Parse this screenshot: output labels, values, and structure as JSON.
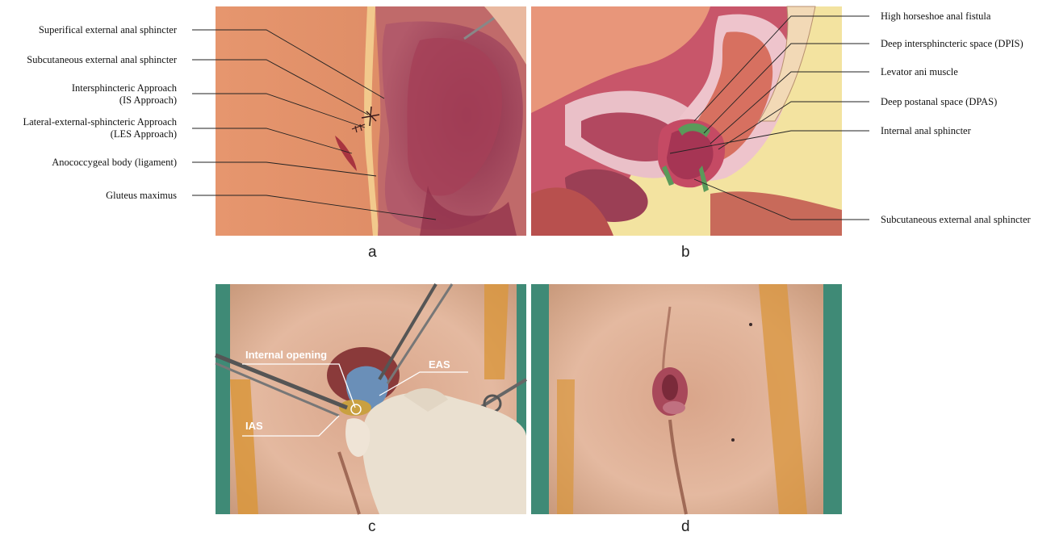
{
  "panel_a": {
    "letter": "a",
    "labels": [
      {
        "lines": [
          "Superifical external anal sphincter"
        ]
      },
      {
        "lines": [
          "Subcutaneous external anal sphincter"
        ]
      },
      {
        "lines": [
          "Intersphincteric Approach",
          "(IS Approach)"
        ]
      },
      {
        "lines": [
          "Lateral-external-sphincteric Approach",
          "(LES Approach)"
        ]
      },
      {
        "lines": [
          "Anococcygeal body (ligament)"
        ]
      },
      {
        "lines": [
          "Gluteus maximus"
        ]
      }
    ]
  },
  "panel_b": {
    "letter": "b",
    "labels": [
      "High horseshoe anal fistula",
      "Deep intersphincteric space (DPIS)",
      "Levator ani muscle",
      "Deep postanal space (DPAS)",
      "Internal anal sphincter",
      "Subcutaneous external anal sphincter"
    ]
  },
  "panel_c": {
    "letter": "c",
    "labels": {
      "internal_opening": "Internal opening",
      "eas": "EAS",
      "ias": "IAS"
    }
  },
  "panel_d": {
    "letter": "d"
  },
  "colors": {
    "skin": "#e08c64",
    "mucosa": "#9c3c55",
    "fat": "#f3e3a0",
    "drape": "#3f8a76"
  }
}
